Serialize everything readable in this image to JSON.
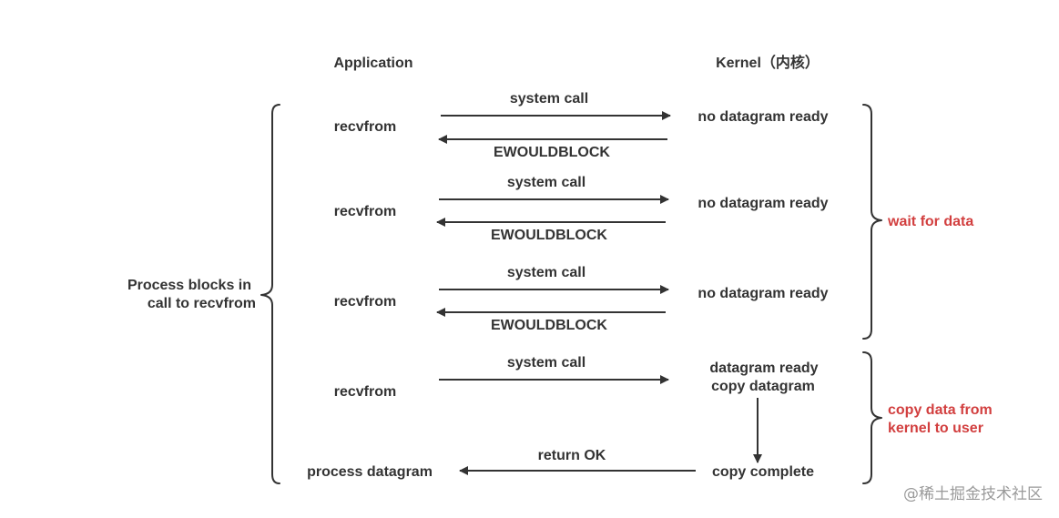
{
  "headers": {
    "application": "Application",
    "kernel": "Kernel（内核）"
  },
  "left_brace_label": [
    "Process blocks in",
    "call to recvfrom"
  ],
  "calls": [
    {
      "app": "recvfrom",
      "request": "system call",
      "kernel": "no datagram ready",
      "reply": "EWOULDBLOCK"
    },
    {
      "app": "recvfrom",
      "request": "system call",
      "kernel": "no datagram ready",
      "reply": "EWOULDBLOCK"
    },
    {
      "app": "recvfrom",
      "request": "system call",
      "kernel": "no datagram ready",
      "reply": "EWOULDBLOCK"
    }
  ],
  "final_call": {
    "app": "recvfrom",
    "request": "system call",
    "kernel_line1": "datagram ready",
    "kernel_line2": "copy datagram",
    "complete": "copy complete",
    "reply": "return OK",
    "app_result": "process datagram"
  },
  "phases": {
    "wait": "wait for data",
    "copy": [
      "copy data from",
      "kernel to user"
    ],
    "color": "#d23f3f"
  },
  "watermark": "@稀土掘金技术社区"
}
